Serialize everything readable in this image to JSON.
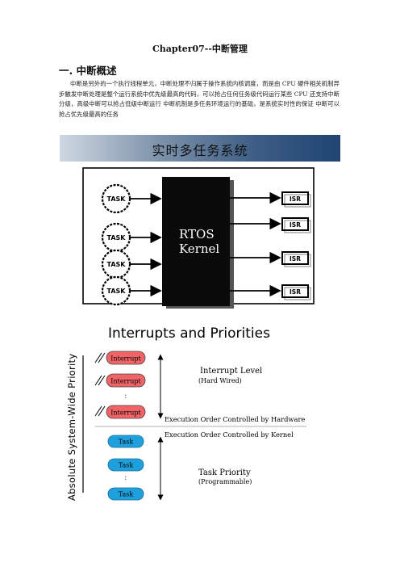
{
  "document": {
    "title": "Chapter07--中断管理",
    "section_heading": "一. 中断概述",
    "paragraph": "中断是另外的一个执行线程单元，中断处理不归属于操作系统内核调度，而是由 CPU 硬件相关机制异步触发中断处理是整个运行系统中优先级最高的代码，可以抢占任何任务级代码运行某些 CPU 还支持中断分级，高级中断可以抢占低级中断运行 中断机制是多任务环境运行的基础，是系统实时性的保证 中断可以抢占优先级最高的任务"
  },
  "figure1": {
    "banner_title": "实时多任务系统",
    "kernel_label_line1": "RTOS",
    "kernel_label_line2": "Kernel",
    "task_labels": [
      "TASK",
      "TASK",
      "TASK",
      "TASK"
    ],
    "isr_labels": [
      "ISR",
      "ISR",
      "ISR",
      "ISR"
    ],
    "colors": {
      "banner_dark": "#1f4473",
      "kernel": "#0a0a0a"
    }
  },
  "figure2": {
    "title": "Interrupts and Priorities",
    "vertical_axis_label": "Absolute System-Wide Priority",
    "interrupt_labels": [
      "Interrupt",
      "Interrupt",
      "Interrupt"
    ],
    "task_labels": [
      "Task",
      "Task",
      "Task"
    ],
    "ellipsis": ":",
    "interrupt_level_title": "Interrupt Level",
    "interrupt_level_sub": "(Hard Wired)",
    "hardware_order": "Execution Order Controlled by Hardware",
    "kernel_order": "Execution Order Controlled by Kernel",
    "task_priority_title": "Task Priority",
    "task_priority_sub": "(Programmable)",
    "colors": {
      "interrupt": "#f06468",
      "task": "#1ea0dc"
    }
  }
}
